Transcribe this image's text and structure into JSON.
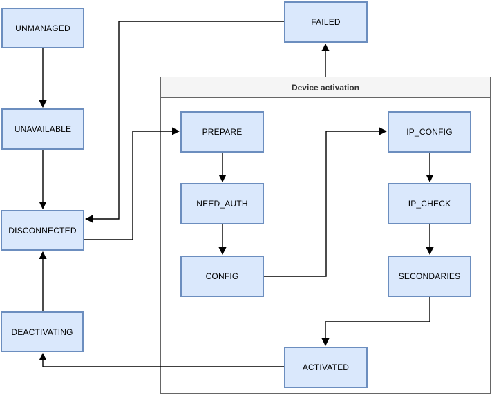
{
  "diagram": {
    "group_title": "Device activation",
    "nodes": {
      "unmanaged": {
        "label": "UNMANAGED"
      },
      "unavailable": {
        "label": "UNAVAILABLE"
      },
      "disconnected": {
        "label": "DISCONNECTED"
      },
      "deactivating": {
        "label": "DEACTIVATING"
      },
      "failed": {
        "label": "FAILED"
      },
      "prepare": {
        "label": "PREPARE"
      },
      "need_auth": {
        "label": "NEED_AUTH"
      },
      "config": {
        "label": "CONFIG"
      },
      "ip_config": {
        "label": "IP_CONFIG"
      },
      "ip_check": {
        "label": "IP_CHECK"
      },
      "secondaries": {
        "label": "SECONDARIES"
      },
      "activated": {
        "label": "ACTIVATED"
      }
    },
    "transitions": [
      {
        "from": "UNMANAGED",
        "to": "UNAVAILABLE"
      },
      {
        "from": "UNAVAILABLE",
        "to": "DISCONNECTED"
      },
      {
        "from": "FAILED",
        "to": "DISCONNECTED"
      },
      {
        "from": "DISCONNECTED",
        "to": "PREPARE"
      },
      {
        "from": "PREPARE",
        "to": "NEED_AUTH"
      },
      {
        "from": "NEED_AUTH",
        "to": "CONFIG"
      },
      {
        "from": "CONFIG",
        "to": "IP_CONFIG"
      },
      {
        "from": "IP_CONFIG",
        "to": "IP_CHECK"
      },
      {
        "from": "IP_CHECK",
        "to": "SECONDARIES"
      },
      {
        "from": "SECONDARIES",
        "to": "ACTIVATED"
      },
      {
        "from": "ACTIVATED",
        "to": "DEACTIVATING"
      },
      {
        "from": "DEACTIVATING",
        "to": "DISCONNECTED"
      },
      {
        "from": "Device activation",
        "to": "FAILED"
      }
    ],
    "colors": {
      "node_fill": "#dae8fc",
      "node_border": "#6c8ebf",
      "edge": "#000000",
      "group_border": "#666666",
      "group_header_fill": "#f5f5f5",
      "group_title_color": "#333333"
    }
  }
}
